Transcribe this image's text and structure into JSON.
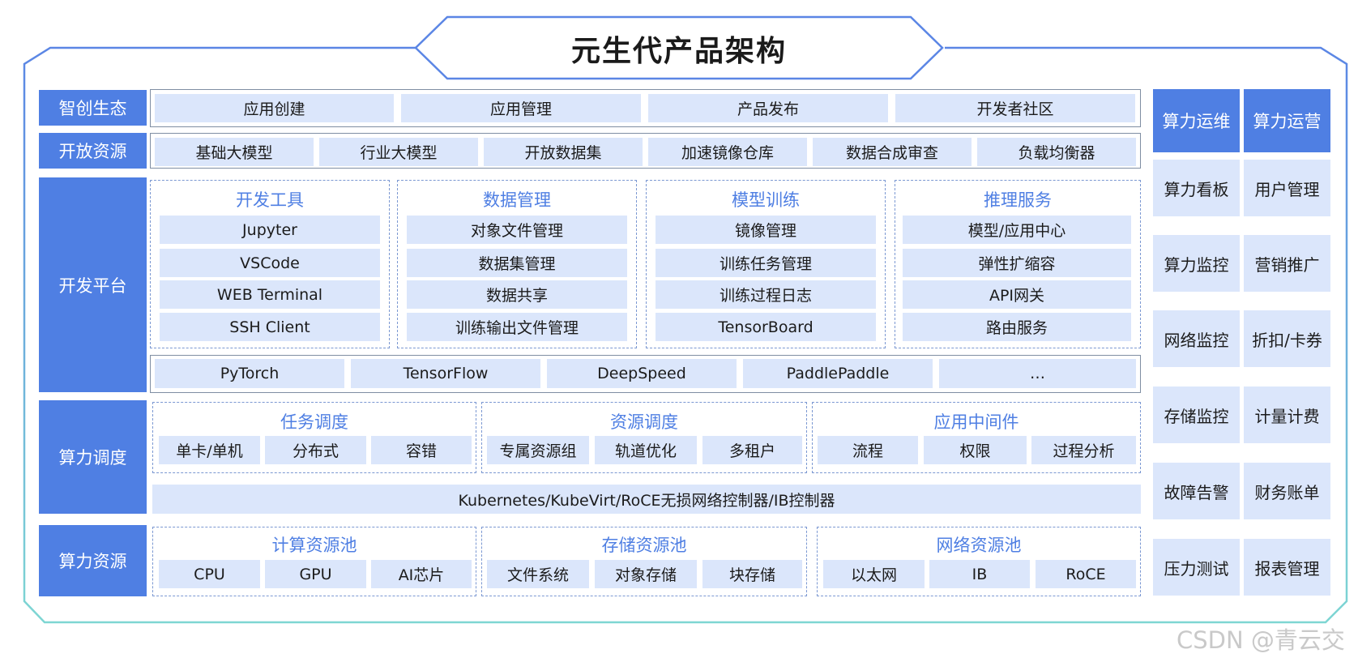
{
  "title": "元生代产品架构",
  "row_labels": [
    "智创生态",
    "开放资源",
    "开发平台",
    "算力调度",
    "算力资源"
  ],
  "ecosystem": [
    "应用创建",
    "应用管理",
    "产品发布",
    "开发者社区"
  ],
  "open_resources": [
    "基础大模型",
    "行业大模型",
    "开放数据集",
    "加速镜像仓库",
    "数据合成审查",
    "负载均衡器"
  ],
  "dev_platform": {
    "groups": [
      {
        "title": "开发工具",
        "items": [
          "Jupyter",
          "VSCode",
          "WEB Terminal",
          "SSH Client"
        ]
      },
      {
        "title": "数据管理",
        "items": [
          "对象文件管理",
          "数据集管理",
          "数据共享",
          "训练输出文件管理"
        ]
      },
      {
        "title": "模型训练",
        "items": [
          "镜像管理",
          "训练任务管理",
          "训练过程日志",
          "TensorBoard"
        ]
      },
      {
        "title": "推理服务",
        "items": [
          "模型/应用中心",
          "弹性扩缩容",
          "API网关",
          "路由服务"
        ]
      }
    ],
    "frameworks": [
      "PyTorch",
      "TensorFlow",
      "DeepSpeed",
      "PaddlePaddle",
      "…"
    ]
  },
  "scheduling": {
    "groups": [
      {
        "title": "任务调度",
        "items": [
          "单卡/单机",
          "分布式",
          "容错"
        ]
      },
      {
        "title": "资源调度",
        "items": [
          "专属资源组",
          "轨道优化",
          "多租户"
        ]
      },
      {
        "title": "应用中间件",
        "items": [
          "流程",
          "权限",
          "过程分析"
        ]
      }
    ],
    "infra": "Kubernetes/KubeVirt/RoCE无损网络控制器/IB控制器"
  },
  "resources": {
    "groups": [
      {
        "title": "计算资源池",
        "items": [
          "CPU",
          "GPU",
          "AI芯片"
        ]
      },
      {
        "title": "存储资源池",
        "items": [
          "文件系统",
          "对象存储",
          "块存储"
        ]
      },
      {
        "title": "网络资源池",
        "items": [
          "以太网",
          "IB",
          "RoCE"
        ]
      }
    ]
  },
  "right_columns": [
    {
      "header": "算力运维",
      "items": [
        "算力看板",
        "算力监控",
        "网络监控",
        "存储监控",
        "故障告警",
        "压力测试"
      ]
    },
    {
      "header": "算力运营",
      "items": [
        "用户管理",
        "营销推广",
        "折扣/卡券",
        "计量计费",
        "财务账单",
        "报表管理"
      ]
    }
  ],
  "watermark": "CSDN @青云交",
  "colors": {
    "accent": "#4f7fe3",
    "cell_bg": "#dbe6fb",
    "frame_start": "#5b86e5",
    "frame_end": "#7ed6d3",
    "text": "#1b1b1b"
  }
}
